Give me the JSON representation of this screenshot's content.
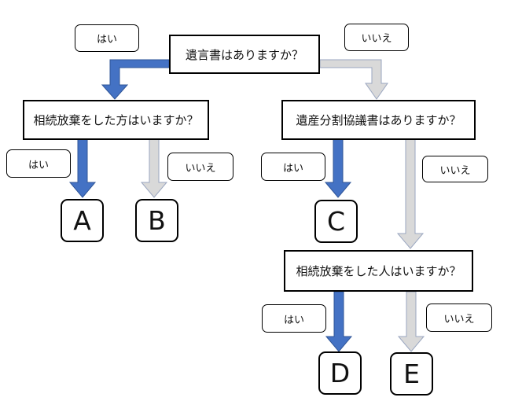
{
  "questions": {
    "will": "遺言書はありますか？",
    "renounce_before": "相続放棄をした方はいますか？",
    "agreement": "遺産分割協議書はありますか？",
    "renounce_person": "相続放棄をした人はいますか？"
  },
  "labels": {
    "yes": "はい",
    "no": "いいえ"
  },
  "results": {
    "a": "A",
    "b": "B",
    "c": "C",
    "d": "D",
    "e": "E"
  },
  "colors": {
    "yes_arrow": "#4472C4",
    "no_arrow": "#D9D9D9",
    "border": "#000000"
  }
}
